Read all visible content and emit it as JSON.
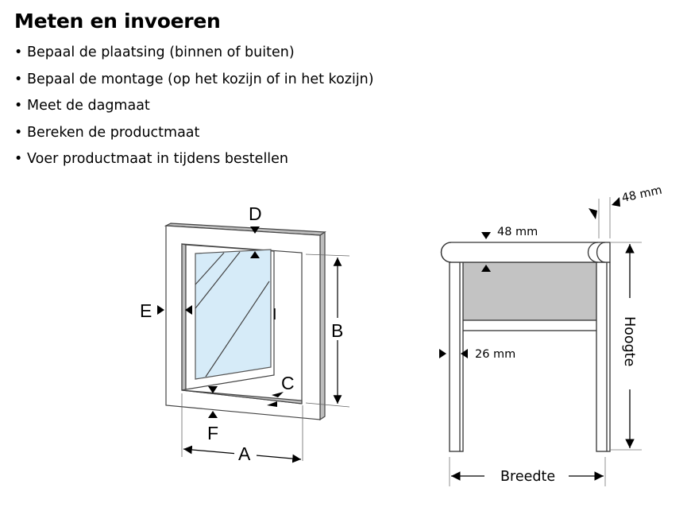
{
  "title": "Meten en invoeren",
  "steps": [
    "Bepaal de plaatsing (binnen of buiten)",
    "Bepaal de montage (op het kozijn of in het kozijn)",
    "Meet de dagmaat",
    "Bereken de productmaat",
    "Voer productmaat in tijdens bestellen"
  ],
  "bullet": "•",
  "window_diagram": {
    "labels": {
      "A": "A",
      "B": "B",
      "C": "C",
      "D": "D",
      "E": "E",
      "F": "F",
      "I": "I"
    },
    "colors": {
      "glass": "#d6ebf8",
      "frame_depth": "#bdbdbd"
    }
  },
  "screen_diagram": {
    "top_depth": "48 mm",
    "cassette_height": "48 mm",
    "rail_width": "26 mm",
    "height_label": "Hoogte",
    "width_label": "Breedte",
    "colors": {
      "fabric": "#c3c3c3"
    }
  }
}
